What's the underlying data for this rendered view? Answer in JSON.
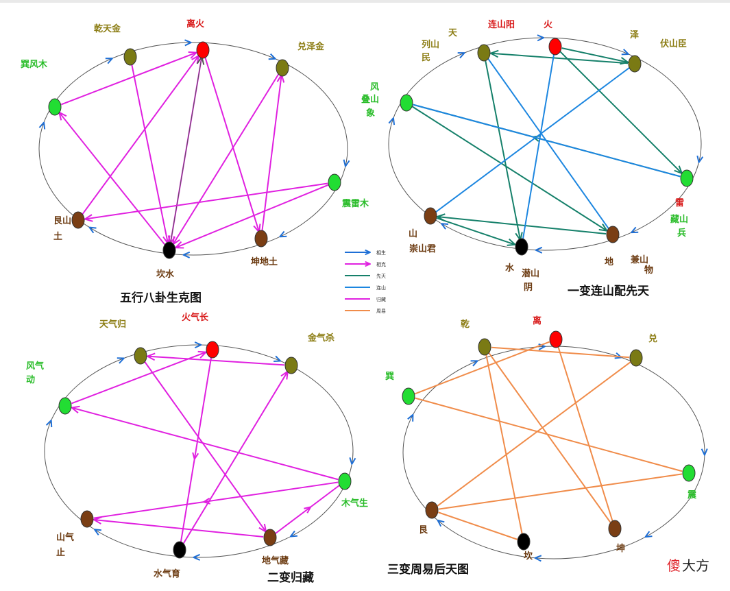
{
  "colors": {
    "red": "#ff0000",
    "olive": "#7a7a14",
    "green": "#22dd33",
    "brown": "#7a3e14",
    "black": "#000000",
    "label_red": "#d81818",
    "label_olive": "#8c7d14",
    "label_green": "#2bbd2b",
    "label_brown": "#6b3a10",
    "rim": "#555555",
    "rim_arrow": "#1e6fd6",
    "magenta": "#e020e0",
    "dark_green": "#15806a",
    "blue": "#1c86e0",
    "orange": "#f08c4a"
  },
  "legend": [
    {
      "key": "xiangsheng",
      "label": "相生",
      "color": "#1e6fd6",
      "arrow": true
    },
    {
      "key": "xiangke",
      "label": "相克",
      "color": "#e020e0",
      "arrow": true
    },
    {
      "key": "xiantian",
      "label": "先天",
      "color": "#15806a",
      "arrow": false
    },
    {
      "key": "lianshan",
      "label": "连山",
      "color": "#1c86e0",
      "arrow": false
    },
    {
      "key": "guizang",
      "label": "归藏",
      "color": "#e020e0",
      "arrow": false
    },
    {
      "key": "zhouyi",
      "label": "周易",
      "color": "#f08c4a",
      "arrow": false
    }
  ],
  "diagrams": [
    {
      "id": "d1",
      "caption": "五行八卦生克图",
      "nodes": [
        {
          "id": "li",
          "color": "red",
          "labels": [
            {
              "t": "离火",
              "c": "label_red"
            }
          ]
        },
        {
          "id": "dui",
          "color": "olive",
          "labels": [
            {
              "t": "兑泽金",
              "c": "label_olive"
            }
          ]
        },
        {
          "id": "zhen",
          "color": "green",
          "labels": [
            {
              "t": "震雷木",
              "c": "label_green"
            }
          ]
        },
        {
          "id": "kun",
          "color": "brown",
          "labels": [
            {
              "t": "坤地土",
              "c": "label_brown"
            }
          ]
        },
        {
          "id": "kan",
          "color": "black",
          "labels": [
            {
              "t": "坎水",
              "c": "label_brown"
            }
          ]
        },
        {
          "id": "gen",
          "color": "brown",
          "labels": [
            {
              "t": "艮山",
              "c": "label_brown"
            },
            {
              "t": "土",
              "c": "label_brown"
            }
          ]
        },
        {
          "id": "xun",
          "color": "green",
          "labels": [
            {
              "t": "巽风木",
              "c": "label_green"
            }
          ]
        },
        {
          "id": "qian",
          "color": "olive",
          "labels": [
            {
              "t": "乾天金",
              "c": "label_olive"
            }
          ]
        }
      ],
      "edges": [
        {
          "from": "xun",
          "to": "li",
          "color": "magenta",
          "arrow": true
        },
        {
          "from": "gen",
          "to": "li",
          "color": "magenta",
          "arrow": true
        },
        {
          "from": "qian",
          "to": "kan",
          "color": "magenta",
          "arrow": true
        },
        {
          "from": "li",
          "to": "kan",
          "color": "magenta",
          "arrow": true
        },
        {
          "from": "kan",
          "to": "xun",
          "color": "magenta",
          "arrow": true
        },
        {
          "from": "kan",
          "to": "li",
          "color": "rim",
          "arrow": true
        },
        {
          "from": "dui",
          "to": "kan",
          "color": "magenta",
          "arrow": true
        },
        {
          "from": "zhen",
          "to": "kan",
          "color": "magenta",
          "arrow": true
        },
        {
          "from": "li",
          "to": "kun",
          "color": "magenta",
          "arrow": true
        },
        {
          "from": "kun",
          "to": "dui",
          "color": "magenta",
          "arrow": true
        },
        {
          "from": "zhen",
          "to": "gen",
          "color": "magenta",
          "arrow": true
        }
      ]
    },
    {
      "id": "d2",
      "caption": "一变连山配先天",
      "nodes": [
        {
          "id": "li",
          "color": "red",
          "labels": [
            {
              "t": "连山阳",
              "c": "label_red"
            },
            {
              "t": "火",
              "c": "label_red"
            }
          ]
        },
        {
          "id": "dui",
          "color": "olive",
          "labels": [
            {
              "t": "泽",
              "c": "label_olive"
            },
            {
              "t": "伏山臣",
              "c": "label_olive"
            }
          ]
        },
        {
          "id": "zhen",
          "color": "green",
          "labels": [
            {
              "t": "雷",
              "c": "label_red"
            },
            {
              "t": "藏山",
              "c": "label_green"
            },
            {
              "t": "兵",
              "c": "label_green"
            }
          ]
        },
        {
          "id": "kun",
          "color": "brown",
          "labels": [
            {
              "t": "兼山",
              "c": "label_brown"
            },
            {
              "t": "物",
              "c": "label_brown"
            },
            {
              "t": "地",
              "c": "label_brown"
            }
          ]
        },
        {
          "id": "kan",
          "color": "black",
          "labels": [
            {
              "t": "水",
              "c": "label_brown"
            },
            {
              "t": "潜山",
              "c": "label_brown"
            },
            {
              "t": "阴",
              "c": "label_brown"
            }
          ]
        },
        {
          "id": "gen",
          "color": "brown",
          "labels": [
            {
              "t": "山",
              "c": "label_brown"
            },
            {
              "t": "崇山君",
              "c": "label_brown"
            }
          ]
        },
        {
          "id": "xun",
          "color": "green",
          "labels": [
            {
              "t": "风",
              "c": "label_green"
            },
            {
              "t": "叠山",
              "c": "label_green"
            },
            {
              "t": "象",
              "c": "label_green"
            }
          ]
        },
        {
          "id": "qian",
          "color": "olive",
          "labels": [
            {
              "t": "天",
              "c": "label_olive"
            },
            {
              "t": "列山",
              "c": "label_olive"
            },
            {
              "t": "民",
              "c": "label_olive"
            }
          ]
        }
      ],
      "edges": [
        {
          "from": "li",
          "to": "dui",
          "color": "dark_green",
          "arrow": true
        },
        {
          "from": "dui",
          "to": "qian",
          "color": "dark_green",
          "arrow": true
        },
        {
          "from": "qian",
          "to": "kan",
          "color": "dark_green",
          "arrow": true
        },
        {
          "from": "li",
          "to": "zhen",
          "color": "dark_green",
          "arrow": true
        },
        {
          "from": "zhen",
          "to": "xun",
          "color": "dark_green",
          "arrow": false
        },
        {
          "from": "xun",
          "to": "kun",
          "color": "dark_green",
          "arrow": true
        },
        {
          "from": "kun",
          "to": "gen",
          "color": "dark_green",
          "arrow": true
        },
        {
          "from": "gen",
          "to": "kan",
          "color": "dark_green",
          "arrow": true
        },
        {
          "from": "li",
          "to": "kan",
          "color": "blue",
          "arrow": false
        },
        {
          "from": "dui",
          "to": "gen",
          "color": "blue",
          "arrow": false
        },
        {
          "from": "zhen",
          "to": "xun",
          "color": "blue",
          "arrow": false
        },
        {
          "from": "kun",
          "to": "qian",
          "color": "blue",
          "arrow": false
        }
      ]
    },
    {
      "id": "d3",
      "caption": "二变归藏",
      "nodes": [
        {
          "id": "li",
          "color": "red",
          "labels": [
            {
              "t": "火气长",
              "c": "label_red"
            }
          ]
        },
        {
          "id": "dui",
          "color": "olive",
          "labels": [
            {
              "t": "金气杀",
              "c": "label_olive"
            }
          ]
        },
        {
          "id": "zhen",
          "color": "green",
          "labels": [
            {
              "t": "木气生",
              "c": "label_green"
            }
          ]
        },
        {
          "id": "kun",
          "color": "brown",
          "labels": [
            {
              "t": "地气藏",
              "c": "label_brown"
            }
          ]
        },
        {
          "id": "kan",
          "color": "black",
          "labels": [
            {
              "t": "水气育",
              "c": "label_brown"
            }
          ]
        },
        {
          "id": "gen",
          "color": "brown",
          "labels": [
            {
              "t": "山气",
              "c": "label_brown"
            },
            {
              "t": "止",
              "c": "label_brown"
            }
          ]
        },
        {
          "id": "xun",
          "color": "green",
          "labels": [
            {
              "t": "风气",
              "c": "label_green"
            },
            {
              "t": "动",
              "c": "label_green"
            }
          ]
        },
        {
          "id": "qian",
          "color": "olive",
          "labels": [
            {
              "t": "天气归",
              "c": "label_olive"
            }
          ]
        }
      ],
      "edges": [
        {
          "from": "li",
          "to": "kan",
          "color": "magenta",
          "arrow": false
        },
        {
          "from": "kan",
          "to": "dui",
          "color": "magenta",
          "arrow": true
        },
        {
          "from": "dui",
          "to": "qian",
          "color": "magenta",
          "arrow": true
        },
        {
          "from": "qian",
          "to": "kun",
          "color": "magenta",
          "arrow": true
        },
        {
          "from": "kun",
          "to": "zhen",
          "color": "magenta",
          "arrow": false
        },
        {
          "from": "zhen",
          "to": "xun",
          "color": "magenta",
          "arrow": true
        },
        {
          "from": "xun",
          "to": "li",
          "color": "magenta",
          "arrow": true
        },
        {
          "from": "zhen",
          "to": "gen",
          "color": "magenta",
          "arrow": false
        },
        {
          "from": "kun",
          "to": "gen",
          "color": "magenta",
          "arrow": true
        }
      ]
    },
    {
      "id": "d4",
      "caption": "三变周易后天图",
      "nodes": [
        {
          "id": "li",
          "color": "red",
          "labels": [
            {
              "t": "离",
              "c": "label_red"
            }
          ]
        },
        {
          "id": "dui",
          "color": "olive",
          "labels": [
            {
              "t": "兑",
              "c": "label_olive"
            }
          ]
        },
        {
          "id": "zhen",
          "color": "green",
          "labels": [
            {
              "t": "震",
              "c": "label_green"
            }
          ]
        },
        {
          "id": "kun",
          "color": "brown",
          "labels": [
            {
              "t": "坤",
              "c": "label_brown"
            }
          ]
        },
        {
          "id": "kan",
          "color": "black",
          "labels": [
            {
              "t": "坎",
              "c": "label_brown"
            }
          ]
        },
        {
          "id": "gen",
          "color": "brown",
          "labels": [
            {
              "t": "艮",
              "c": "label_brown"
            }
          ]
        },
        {
          "id": "xun",
          "color": "green",
          "labels": [
            {
              "t": "巽",
              "c": "label_green"
            }
          ]
        },
        {
          "id": "qian",
          "color": "olive",
          "labels": [
            {
              "t": "乾",
              "c": "label_olive"
            }
          ]
        }
      ],
      "edges": [
        {
          "from": "li",
          "to": "xun",
          "color": "orange",
          "arrow": false
        },
        {
          "from": "xun",
          "to": "zhen",
          "color": "orange",
          "arrow": false
        },
        {
          "from": "zhen",
          "to": "gen",
          "color": "orange",
          "arrow": false
        },
        {
          "from": "gen",
          "to": "dui",
          "color": "orange",
          "arrow": false
        },
        {
          "from": "dui",
          "to": "qian",
          "color": "orange",
          "arrow": false
        },
        {
          "from": "qian",
          "to": "kun",
          "color": "orange",
          "arrow": false
        },
        {
          "from": "li",
          "to": "kun",
          "color": "orange",
          "arrow": false
        },
        {
          "from": "gen",
          "to": "kan",
          "color": "orange",
          "arrow": false
        },
        {
          "from": "kan",
          "to": "qian",
          "color": "orange",
          "arrow": false
        }
      ]
    }
  ],
  "watermark": {
    "part1": "傻",
    "part2": "大方"
  }
}
